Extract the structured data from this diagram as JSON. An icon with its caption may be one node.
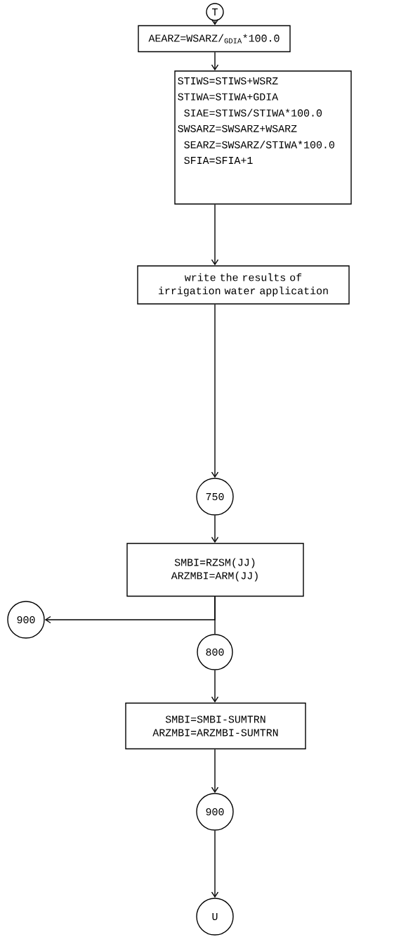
{
  "diagram": {
    "nodes": [
      {
        "text": [
          "T"
        ]
      },
      {
        "text": [
          "AEARZ=WSARZ/$_{GDIA}$*100.0"
        ]
      },
      {
        "text": [
          "STIWS=STIWS+WSRZ",
          "STIWA=STIWA+GDIA",
          "SIAE=STIWS/STIWA*100.0",
          "SWSARZ=SWSARZ+WSARZ",
          "SEARZ=SWSARZ/STIWA*100.0",
          "SFIA=SFIA+1"
        ]
      },
      {
        "text": [
          "write the results of irrigation water application"
        ]
      },
      {
        "text": [
          "750"
        ]
      },
      {
        "text": [
          "SMBI=RZSM(JJ)",
          "ARZMBI=ARM(JJ)"
        ]
      },
      {
        "text": [
          "900"
        ]
      },
      {
        "text": [
          "800"
        ]
      },
      {
        "text": [
          "SMBI=SMBI-SUMTRN",
          "ARZMBI=ARZMBI-SUMTRN"
        ]
      },
      {
        "text": [
          "900"
        ]
      },
      {
        "text": [
          "U"
        ]
      }
    ],
    "edges": [
      {
        "from": 0,
        "to": 1,
        "arrow": "to"
      },
      {
        "from": 1,
        "to": 2,
        "arrow": "to"
      },
      {
        "from": 2,
        "to": 3,
        "arrow": "to"
      },
      {
        "from": 3,
        "to": 4,
        "arrow": "to"
      },
      {
        "from": 4,
        "to": 5,
        "arrow": "to"
      },
      {
        "from": 5,
        "to": 6,
        "arrow": "to"
      },
      {
        "from": 5,
        "to": 7,
        "arrow": "none"
      },
      {
        "from": 7,
        "to": 8,
        "arrow": "to"
      },
      {
        "from": 8,
        "to": 9,
        "arrow": "to"
      },
      {
        "from": 9,
        "to": 10,
        "arrow": "to"
      }
    ]
  }
}
